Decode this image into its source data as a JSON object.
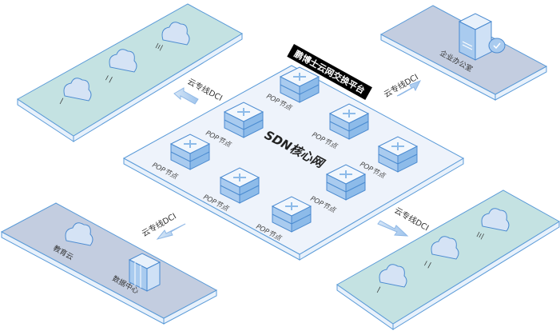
{
  "platform_title": "鹏博士云网交换平台",
  "core_network": "SDN核心网",
  "pop_nodes": [
    "POP节点",
    "POP节点",
    "POP节点",
    "POP节点",
    "POP节点",
    "POP节点",
    "POP节点",
    "POP节点"
  ],
  "dci_links": [
    "云专线DCI",
    "云专线DCI",
    "云专线DCI",
    "云专线DCI"
  ],
  "top_left_clouds": [
    "一",
    "二",
    "三"
  ],
  "bottom_right_clouds": [
    "一",
    "二",
    "三"
  ],
  "enterprise_office": "企业办公室",
  "education_cloud": "教育云",
  "data_center": "数据中心",
  "colors": {
    "teal_panel": "#c4e2e2",
    "gray_panel": "#c3cde0",
    "core_panel": "#eef3fb",
    "edge": "#5b9bd8",
    "switch": "#a9cbef",
    "label_bg": "#000000"
  }
}
